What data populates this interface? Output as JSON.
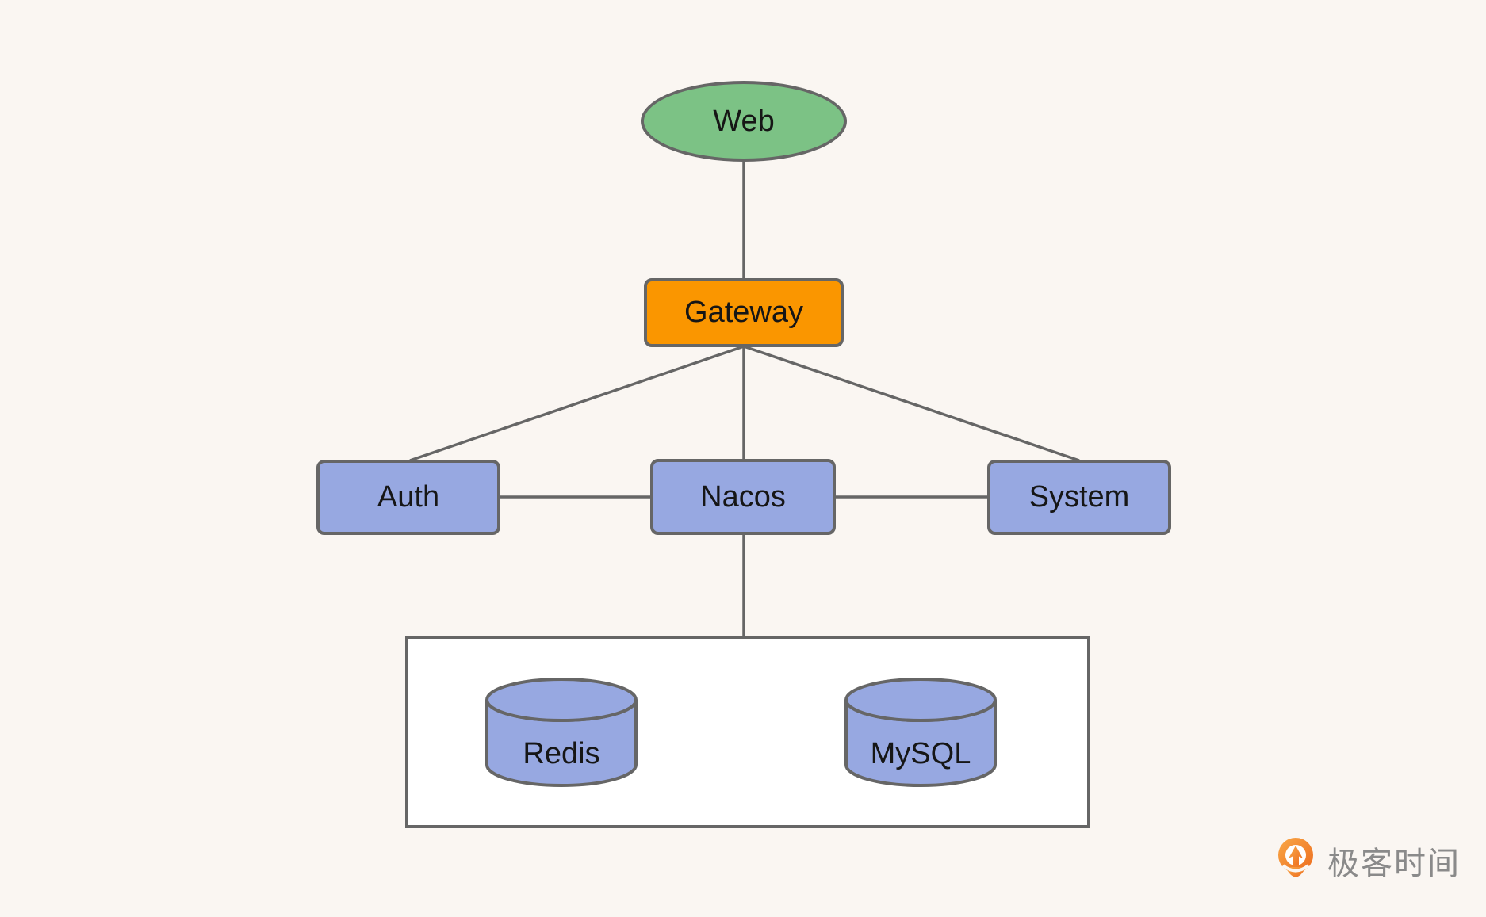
{
  "colors": {
    "background": "#FAF6F2",
    "border_gray": "#666666",
    "line_gray": "#666666",
    "text_black": "#161616",
    "web_green": "#7CC285",
    "gateway_orange": "#FA9600",
    "service_blue": "#97A8E1",
    "container_white": "#FFFFFF",
    "logo_orange_light": "#F9A847",
    "logo_orange_dark": "#ED6C1E",
    "logo_text_gray": "#8A8A8A"
  },
  "nodes": {
    "web": {
      "label": "Web",
      "shape": "ellipse"
    },
    "gateway": {
      "label": "Gateway",
      "shape": "rounded-rect"
    },
    "auth": {
      "label": "Auth",
      "shape": "rounded-rect"
    },
    "nacos": {
      "label": "Nacos",
      "shape": "rounded-rect"
    },
    "system": {
      "label": "System",
      "shape": "rounded-rect"
    },
    "redis": {
      "label": "Redis",
      "shape": "cylinder"
    },
    "mysql": {
      "label": "MySQL",
      "shape": "cylinder"
    }
  },
  "edges": [
    {
      "from": "web",
      "to": "gateway"
    },
    {
      "from": "gateway",
      "to": "auth"
    },
    {
      "from": "gateway",
      "to": "nacos"
    },
    {
      "from": "gateway",
      "to": "system"
    },
    {
      "from": "auth",
      "to": "nacos"
    },
    {
      "from": "nacos",
      "to": "system"
    },
    {
      "from": "nacos",
      "to": "datastore-container"
    }
  ],
  "branding": {
    "logo_text": "极客时间"
  }
}
